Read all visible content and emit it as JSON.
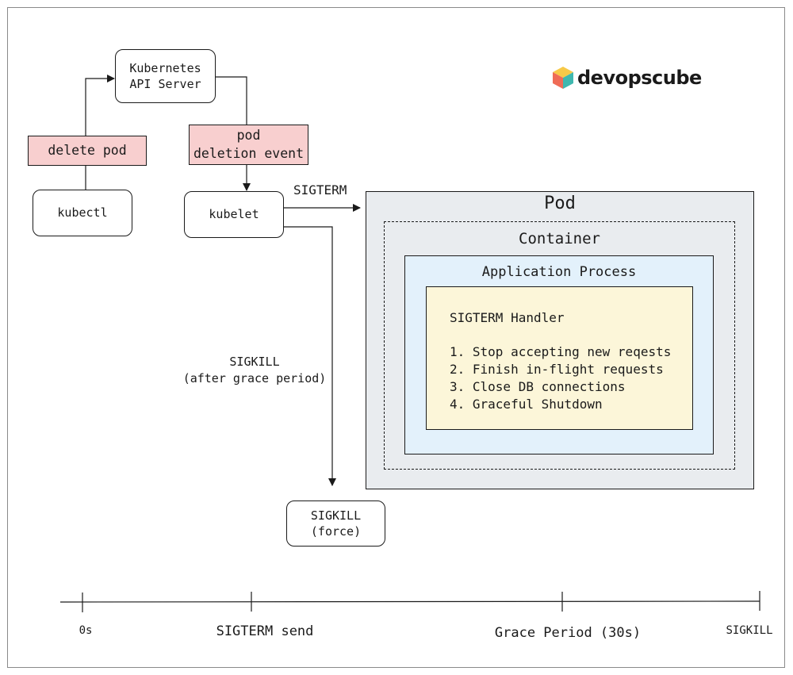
{
  "brand": {
    "name": "devopscube"
  },
  "nodes": {
    "kubectl": "kubectl",
    "api_server": "Kubernetes\nAPI Server",
    "kubelet": "kubelet",
    "sigkill_force": "SIGKILL\n(force)"
  },
  "events": {
    "delete_pod": "delete pod",
    "pod_deletion_event": "pod\ndeletion event"
  },
  "edge_labels": {
    "sigterm": "SIGTERM",
    "sigkill_after": "SIGKILL\n(after grace period)"
  },
  "pod": {
    "title": "Pod",
    "container_title": "Container",
    "app_title": "Application Process",
    "handler_title": "SIGTERM Handler",
    "steps": [
      "1. Stop accepting new reqests",
      "2. Finish in-flight requests",
      "3. Close DB connections",
      "4. Graceful Shutdown"
    ]
  },
  "timeline": {
    "labels": [
      "0s",
      "SIGTERM send",
      "Grace Period (30s)",
      "SIGKILL"
    ]
  },
  "colors": {
    "event_fill": "#f8cfcf",
    "pod_fill": "#e9ecef",
    "app_fill": "#e3f1fb",
    "handler_fill": "#fcf6d9",
    "stroke": "#1a1a1a"
  }
}
